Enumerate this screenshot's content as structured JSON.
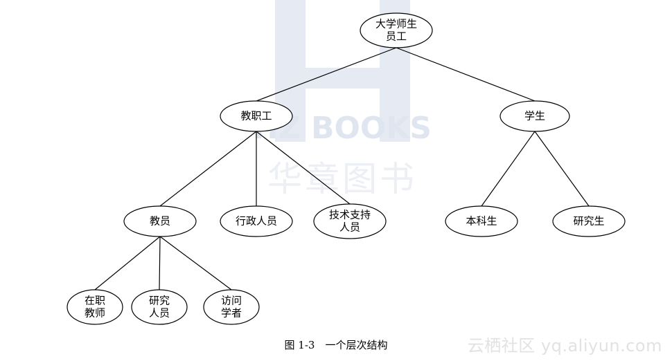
{
  "diagram": {
    "nodes": [
      {
        "id": "root",
        "label_lines": [
          "大学师生",
          "员工"
        ]
      },
      {
        "id": "staff",
        "label_lines": [
          "教职工"
        ]
      },
      {
        "id": "students",
        "label_lines": [
          "学生"
        ]
      },
      {
        "id": "teachers",
        "label_lines": [
          "教员"
        ]
      },
      {
        "id": "admin",
        "label_lines": [
          "行政人员"
        ]
      },
      {
        "id": "tech",
        "label_lines": [
          "技术支持",
          "人员"
        ]
      },
      {
        "id": "undergrad",
        "label_lines": [
          "本科生"
        ]
      },
      {
        "id": "grad",
        "label_lines": [
          "研究生"
        ]
      },
      {
        "id": "fulltime",
        "label_lines": [
          "在职",
          "教师"
        ]
      },
      {
        "id": "research",
        "label_lines": [
          "研究",
          "人员"
        ]
      },
      {
        "id": "visiting",
        "label_lines": [
          "访问",
          "学者"
        ]
      }
    ],
    "edges": [
      [
        "root",
        "staff"
      ],
      [
        "root",
        "students"
      ],
      [
        "staff",
        "teachers"
      ],
      [
        "staff",
        "admin"
      ],
      [
        "staff",
        "tech"
      ],
      [
        "students",
        "undergrad"
      ],
      [
        "students",
        "grad"
      ],
      [
        "teachers",
        "fulltime"
      ],
      [
        "teachers",
        "research"
      ],
      [
        "teachers",
        "visiting"
      ]
    ]
  },
  "caption": "图 1-3　一个层次结构",
  "watermarks": {
    "center_latin": "HZ BOOKS",
    "center_cjk": "华章图书",
    "corner": "云栖社区 yq.aliyun.com"
  }
}
